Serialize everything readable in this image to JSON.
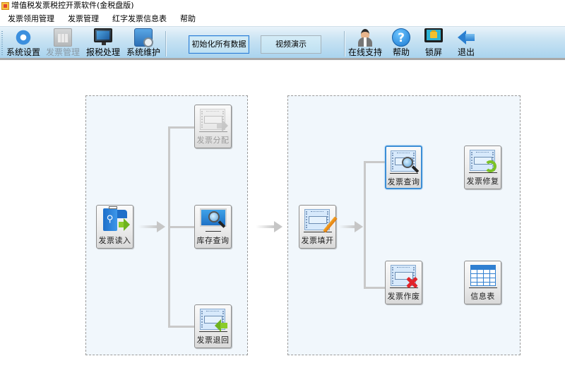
{
  "window": {
    "title": "增值税发票税控开票软件(金税盘版)"
  },
  "menubar": {
    "items": [
      {
        "label": "发票领用管理"
      },
      {
        "label": "发票管理"
      },
      {
        "label": "红字发票信息表"
      },
      {
        "label": "帮助"
      }
    ]
  },
  "toolbar": {
    "system_settings": {
      "label": "系统设置",
      "icon": "gear-icon",
      "enabled": true
    },
    "invoice_management": {
      "label": "发票管理",
      "icon": "folder-grid-icon",
      "enabled": false
    },
    "tax_filing": {
      "label": "报税处理",
      "icon": "monitor-icon",
      "enabled": true
    },
    "system_maintenance": {
      "label": "系统维护",
      "icon": "folder-gear-icon",
      "enabled": true
    },
    "init_all_data": {
      "label": "初始化所有数据",
      "focused": true
    },
    "video_demo": {
      "label": "视频演示"
    },
    "online_support": {
      "label": "在线支持",
      "icon": "person-icon"
    },
    "help": {
      "label": "帮助",
      "icon": "help-icon",
      "glyph": "?"
    },
    "lock_screen": {
      "label": "锁屏",
      "icon": "lock-screen-icon"
    },
    "exit": {
      "label": "退出",
      "icon": "arrow-left-icon"
    }
  },
  "workflow": {
    "left_panel": {
      "invoice_read": {
        "label": "发票读入",
        "icon": "usb-arrow-icon",
        "enabled": true
      },
      "invoice_allocate": {
        "label": "发票分配",
        "icon": "invoice-arrow-icon",
        "enabled": false
      },
      "inventory_query": {
        "label": "库存查询",
        "icon": "monitor-search-icon",
        "enabled": true
      },
      "invoice_return": {
        "label": "发票退回",
        "icon": "invoice-return-icon",
        "enabled": true
      }
    },
    "right_panel": {
      "invoice_fill": {
        "label": "发票填开",
        "icon": "invoice-pencil-icon",
        "enabled": true
      },
      "invoice_query": {
        "label": "发票查询",
        "icon": "invoice-search-icon",
        "selected": true
      },
      "invoice_repair": {
        "label": "发票修复",
        "icon": "invoice-refresh-icon"
      },
      "invoice_void": {
        "label": "发票作废",
        "icon": "invoice-cancel-icon"
      },
      "info_table": {
        "label": "信息表",
        "icon": "table-icon"
      }
    }
  }
}
